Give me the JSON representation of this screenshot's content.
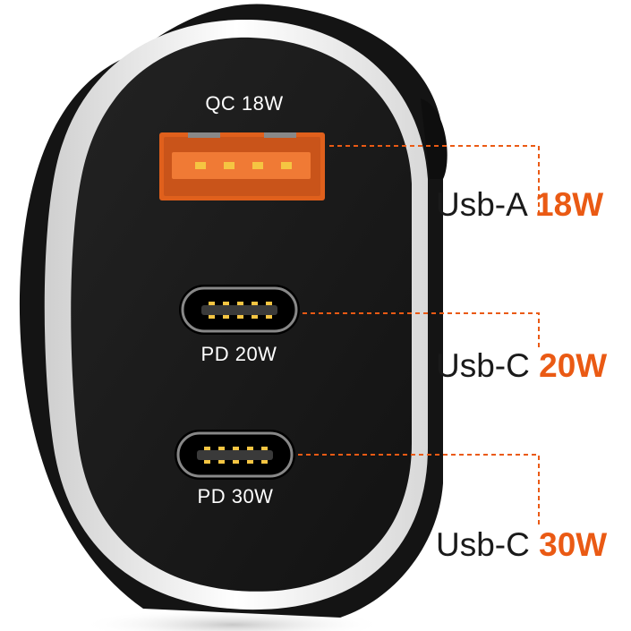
{
  "device": {
    "name": "three-port-car-charger",
    "accent_color": "#ea5a14",
    "body_color": "#1b1b1b",
    "ring_color": "#f2f2f2"
  },
  "ports": [
    {
      "type": "usb-a",
      "label": "QC 18W",
      "callout_name": "Usb-A",
      "callout_watt": "18W",
      "color": "#e0601c"
    },
    {
      "type": "usb-c",
      "label": "PD 20W",
      "callout_name": "Usb-C",
      "callout_watt": "20W"
    },
    {
      "type": "usb-c",
      "label": "PD 30W",
      "callout_name": "Usb-C",
      "callout_watt": "30W"
    }
  ]
}
